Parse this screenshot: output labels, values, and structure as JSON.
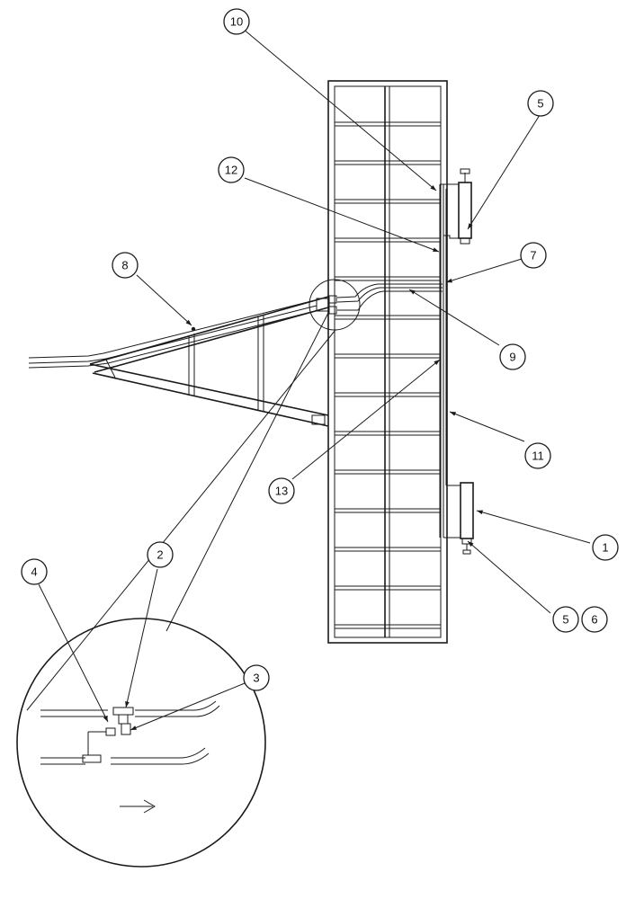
{
  "callouts": [
    {
      "id": "c10",
      "label": "10"
    },
    {
      "id": "c5a",
      "label": "5"
    },
    {
      "id": "c12",
      "label": "12"
    },
    {
      "id": "c7",
      "label": "7"
    },
    {
      "id": "c8",
      "label": "8"
    },
    {
      "id": "c9",
      "label": "9"
    },
    {
      "id": "c13",
      "label": "13"
    },
    {
      "id": "c11",
      "label": "11"
    },
    {
      "id": "c1",
      "label": "1"
    },
    {
      "id": "c5b",
      "label": "5"
    },
    {
      "id": "c6",
      "label": "6"
    },
    {
      "id": "c4",
      "label": "4"
    },
    {
      "id": "c2",
      "label": "2"
    },
    {
      "id": "c3",
      "label": "3"
    }
  ],
  "colors": {
    "ink": "#1a1a1a",
    "paper": "#ffffff"
  }
}
